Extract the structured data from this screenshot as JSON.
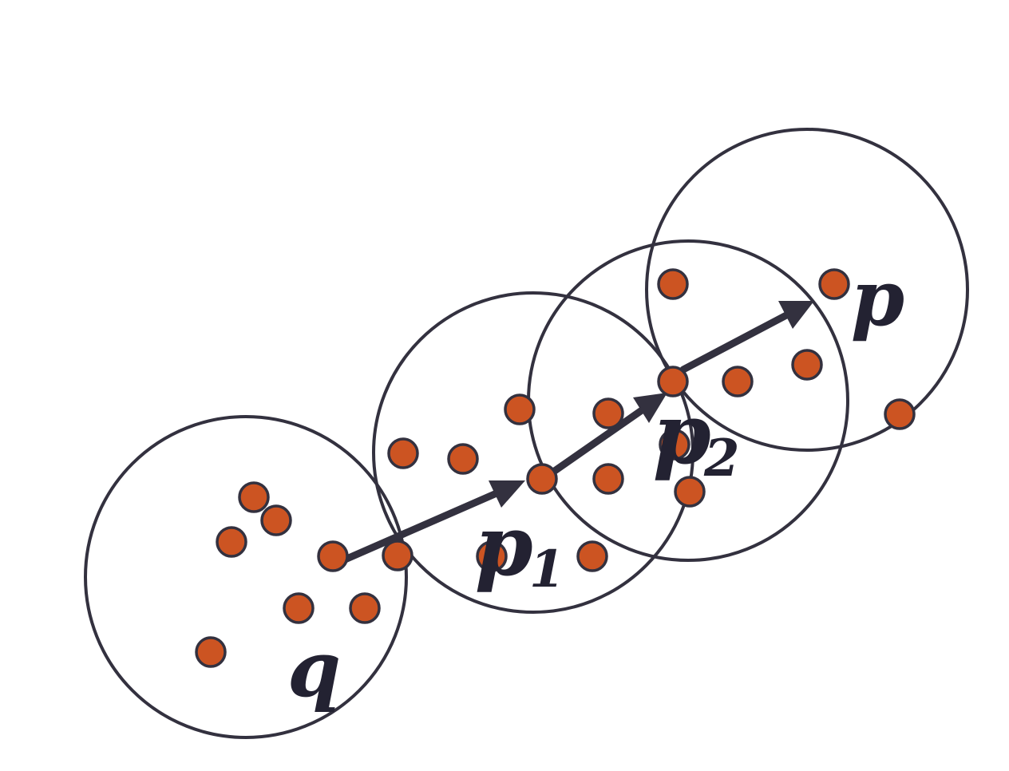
{
  "labels": {
    "q": "q",
    "p": "p",
    "p1_main": "p",
    "p1_sub": "1",
    "p2_main": "p",
    "p2_sub": "2"
  },
  "colors": {
    "point_fill": "#cc5422",
    "stroke": "#33313f",
    "label": "#232232",
    "background": "#ffffff"
  }
}
